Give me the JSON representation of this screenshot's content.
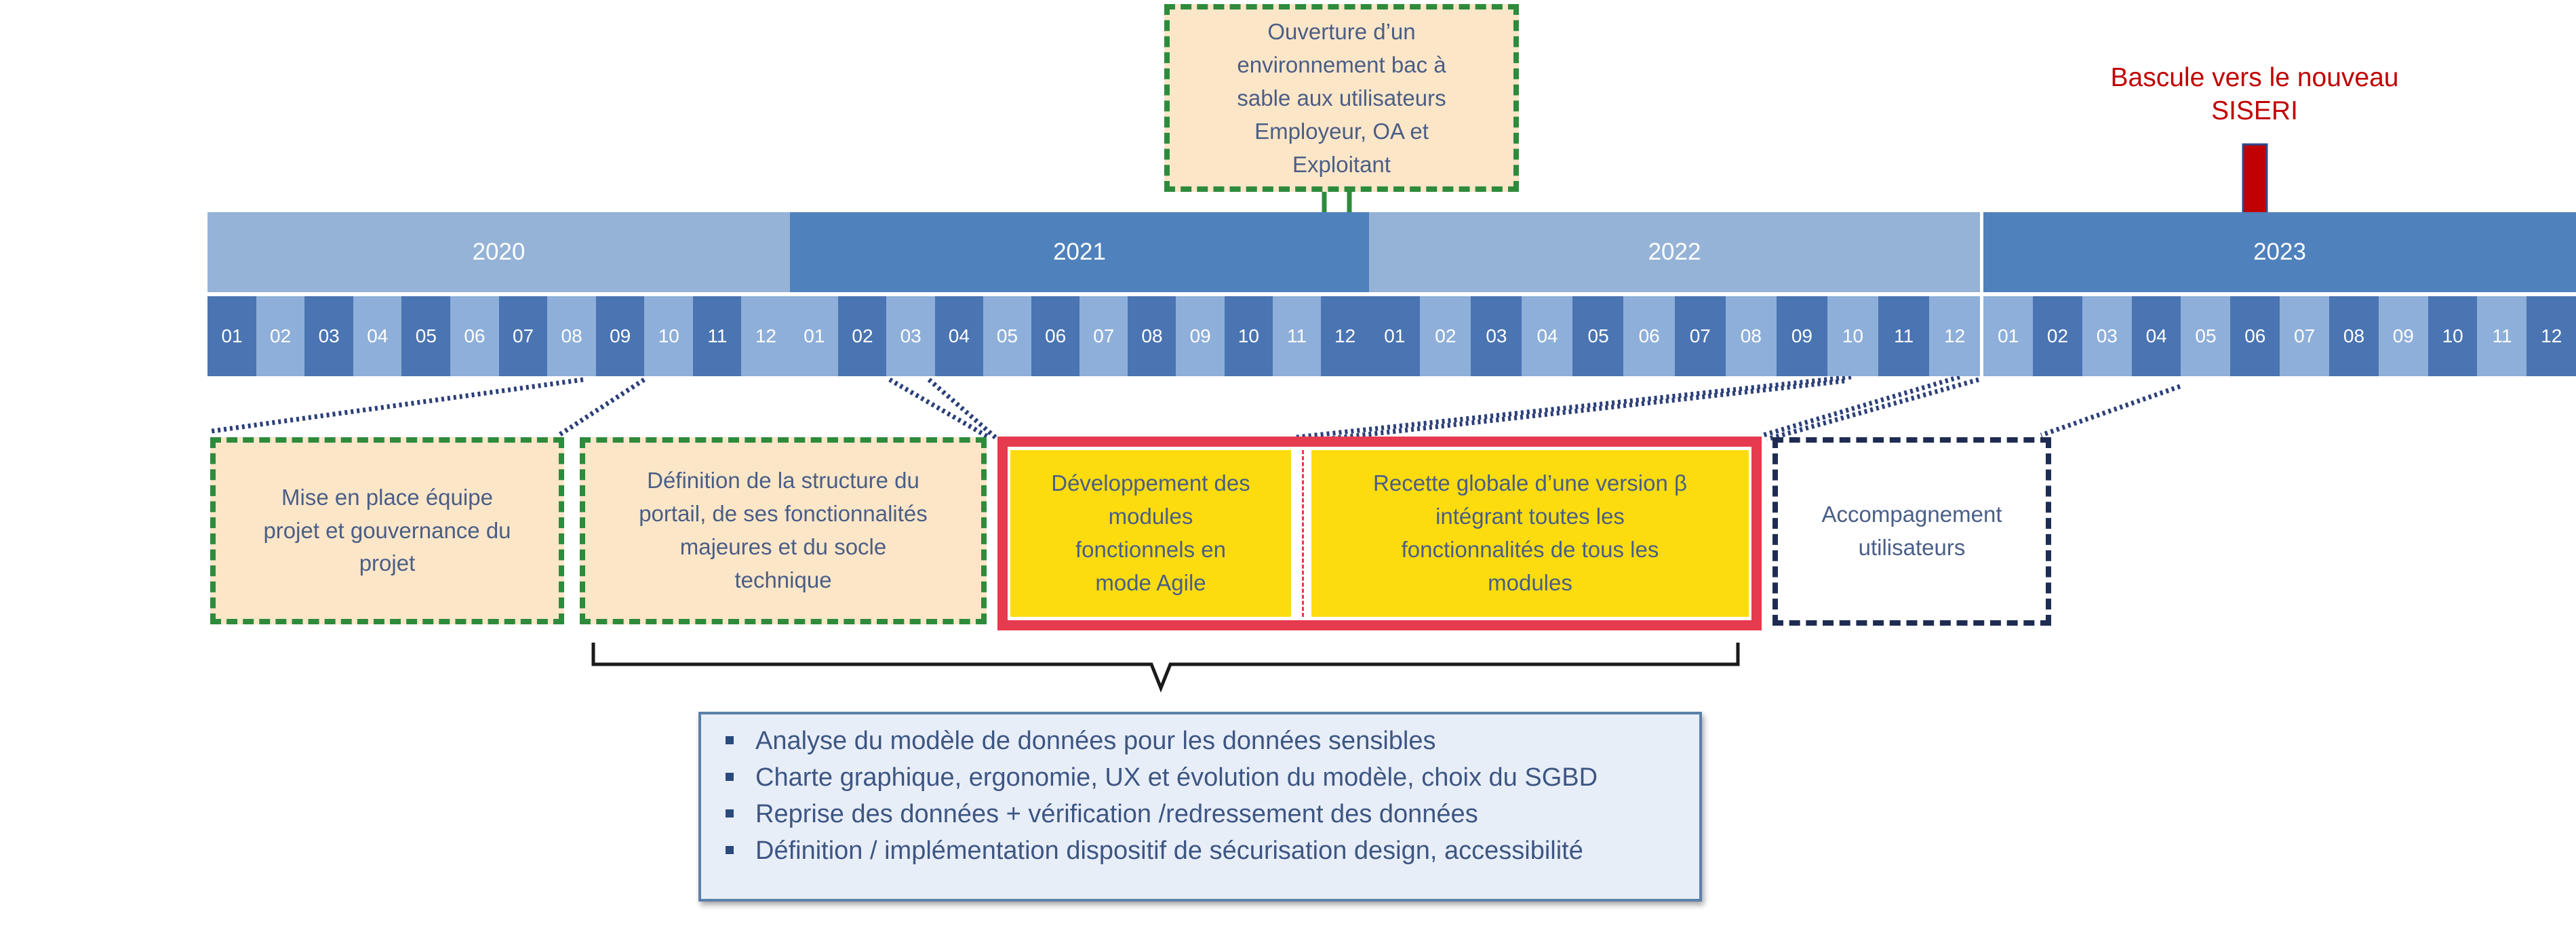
{
  "colors": {
    "year_light": "#95b3d7",
    "year_dark": "#4f81bd",
    "month_dark": "#4a74b2",
    "month_light": "#8eafd9",
    "green_dash": "#2e8b3c",
    "beige": "#fce6c8",
    "yellow": "#fddc0f",
    "red_frame": "#e63a4e",
    "navy": "#1f2c52",
    "arrow_red": "#c00000"
  },
  "top_note": {
    "lines": [
      "Ouverture d’un",
      "environnement bac à",
      "sable aux utilisateurs",
      "Employeur, OA et",
      "Exploitant"
    ]
  },
  "bascule": {
    "lines": [
      "Bascule vers le nouveau",
      "SISERI"
    ]
  },
  "years": [
    {
      "label": "2020"
    },
    {
      "label": "2021"
    },
    {
      "label": "2022"
    },
    {
      "label": "2023"
    }
  ],
  "months": [
    "01",
    "02",
    "03",
    "04",
    "05",
    "06",
    "07",
    "08",
    "09",
    "10",
    "11",
    "12"
  ],
  "phases": {
    "equipe": {
      "lines": [
        "Mise en place équipe",
        "projet et gouvernance du",
        "projet"
      ]
    },
    "structure": {
      "lines": [
        "Définition de la structure du",
        "portail, de ses fonctionnalités",
        "majeures et du socle",
        "technique"
      ]
    },
    "developpement": {
      "lines": [
        "Développement des",
        "modules",
        "fonctionnels en",
        "mode Agile"
      ]
    },
    "recette": {
      "lines": [
        "Recette globale d’une version β",
        "intégrant toutes les",
        "fonctionnalités de tous les",
        "modules"
      ]
    },
    "accompagnement": {
      "lines": [
        "Accompagnement",
        "utilisateurs"
      ]
    }
  },
  "summary": {
    "items": [
      "Analyse du modèle de données pour les données sensibles",
      "Charte graphique, ergonomie, UX et évolution du modèle, choix du SGBD",
      "Reprise des données + vérification /redressement des données",
      "Définition / implémentation dispositif de sécurisation design, accessibilité"
    ]
  }
}
